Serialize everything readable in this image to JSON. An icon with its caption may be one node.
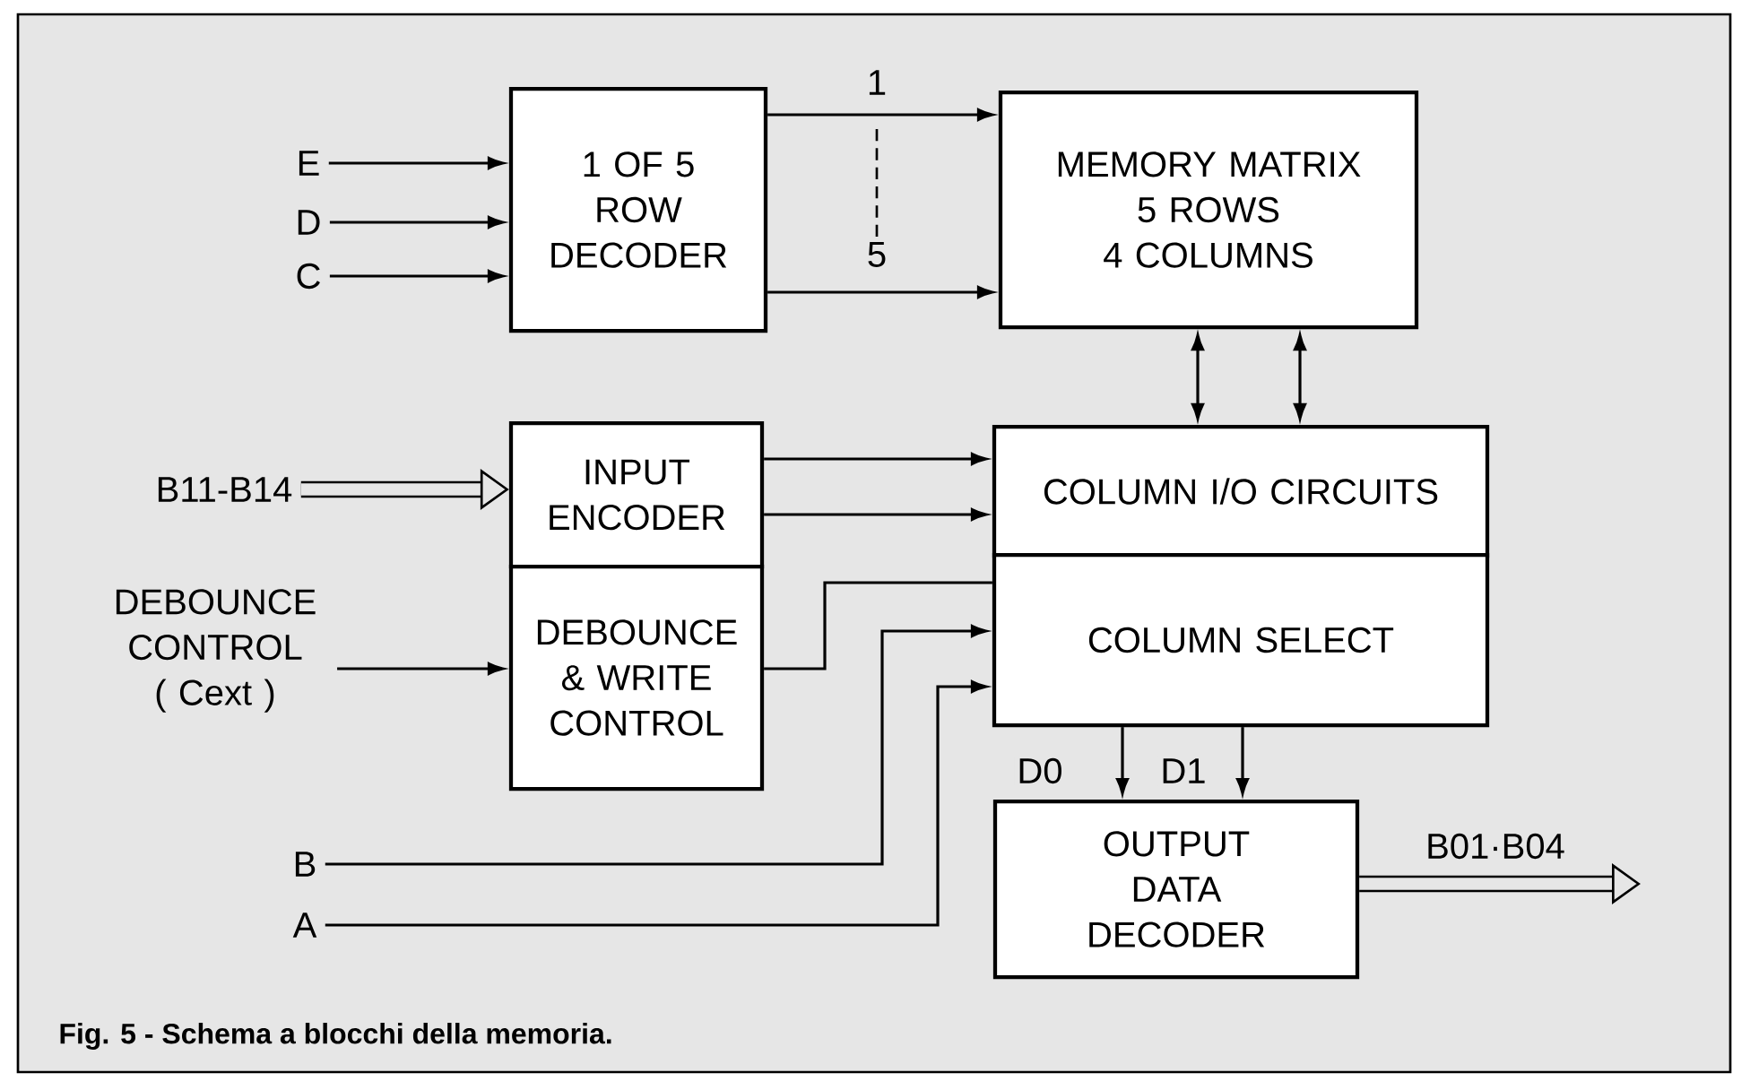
{
  "diagram": {
    "caption": "Fig. 5 - Schema a blocchi della memoria.",
    "nodes": [
      {
        "text": [
          "E"
        ]
      },
      {
        "text": [
          "D"
        ]
      },
      {
        "text": [
          "C"
        ]
      },
      {
        "text": [
          "1 OF 5 ROW DECODER"
        ]
      },
      {
        "text": [
          "MEMORY MATRIX",
          "5 ROWS",
          "4 COLUMNS"
        ]
      },
      {
        "text": [
          "B11-B14"
        ]
      },
      {
        "text": [
          "INPUT ENCODER"
        ]
      },
      {
        "text": [
          "DEBOUNCE CONTROL ( Cext )"
        ]
      },
      {
        "text": [
          "DEBOUNCE & WRITE CONTROL"
        ]
      },
      {
        "text": [
          "COLUMN I/O CIRCUITS"
        ]
      },
      {
        "text": [
          "COLUMN SELECT"
        ]
      },
      {
        "text": [
          "B"
        ]
      },
      {
        "text": [
          "A"
        ]
      },
      {
        "text": [
          "OUTPUT DATA DECODER"
        ]
      }
    ],
    "edges": [
      {
        "from": 0,
        "to": 3,
        "arrow": "to"
      },
      {
        "from": 1,
        "to": 3,
        "arrow": "to"
      },
      {
        "from": 2,
        "to": 3,
        "arrow": "to"
      },
      {
        "from": 3,
        "to": 4,
        "arrow": "to",
        "label": "1"
      },
      {
        "from": 3,
        "to": 4,
        "arrow": "to",
        "label": "5"
      },
      {
        "from": 4,
        "to": 9,
        "arrow": "both"
      },
      {
        "from": 4,
        "to": 9,
        "arrow": "both"
      },
      {
        "from": 5,
        "to": 6,
        "arrow": "to",
        "style": "thick"
      },
      {
        "from": 7,
        "to": 8,
        "arrow": "to"
      },
      {
        "from": 6,
        "to": 9,
        "arrow": "to"
      },
      {
        "from": 6,
        "to": 9,
        "arrow": "to"
      },
      {
        "from": 8,
        "to": 10,
        "arrow": "none"
      },
      {
        "from": 11,
        "to": 10,
        "arrow": "to"
      },
      {
        "from": 12,
        "to": 10,
        "arrow": "to"
      },
      {
        "from": 10,
        "to": 13,
        "arrow": "to",
        "label": "D0"
      },
      {
        "from": 10,
        "to": 13,
        "arrow": "to",
        "label": "D1"
      },
      {
        "from": 13,
        "to": null,
        "arrow": "to",
        "style": "thick",
        "label": "B01·B04"
      }
    ]
  }
}
